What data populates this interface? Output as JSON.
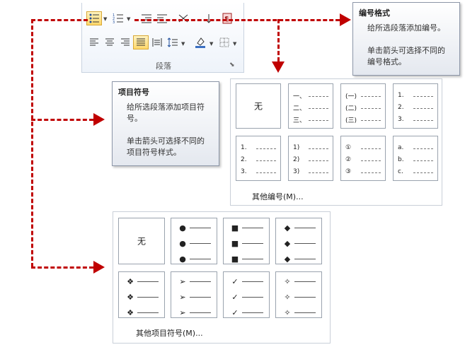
{
  "ribbon": {
    "group_label": "段落",
    "row1_icons": [
      "bullets-icon",
      "numbering-icon",
      "decrease-indent-icon",
      "increase-indent-icon",
      "chinese-layout-icon",
      "sort-icon",
      "show-marks-icon"
    ],
    "row2_icons": [
      "align-left-icon",
      "align-center-icon",
      "align-right-icon",
      "justify-icon",
      "distributed-icon",
      "line-spacing-icon",
      "shading-icon",
      "borders-icon"
    ]
  },
  "numbering_tip": {
    "title": "编号格式",
    "body": "给所选段落添加编号。\n\n单击箭头可选择不同的\n编号格式。"
  },
  "bullet_tip": {
    "title": "项目符号",
    "body": "给所选段落添加项目符\n号。\n\n单击箭头可选择不同的\n项目符号样式。"
  },
  "numbering_gallery": {
    "none_label": "无",
    "styles": [
      [
        "一、",
        "二、",
        "三、"
      ],
      [
        "(一)",
        "(二)",
        "(三)"
      ],
      [
        "1.",
        "2.",
        "3."
      ],
      [
        "1.",
        "2.",
        "3."
      ],
      [
        "1)",
        "2)",
        "3)"
      ],
      [
        "①",
        "②",
        "③"
      ],
      [
        "a.",
        "b.",
        "c."
      ]
    ],
    "more_label": "其他编号(M)..."
  },
  "bullet_gallery": {
    "none_label": "无",
    "styles": [
      "●",
      "■",
      "◆",
      "❖",
      "➢",
      "✓",
      "✧"
    ],
    "more_label": "其他项目符号(M)..."
  },
  "colors": {
    "arrow": "#c00000",
    "selected_button": "#ffd86b"
  }
}
